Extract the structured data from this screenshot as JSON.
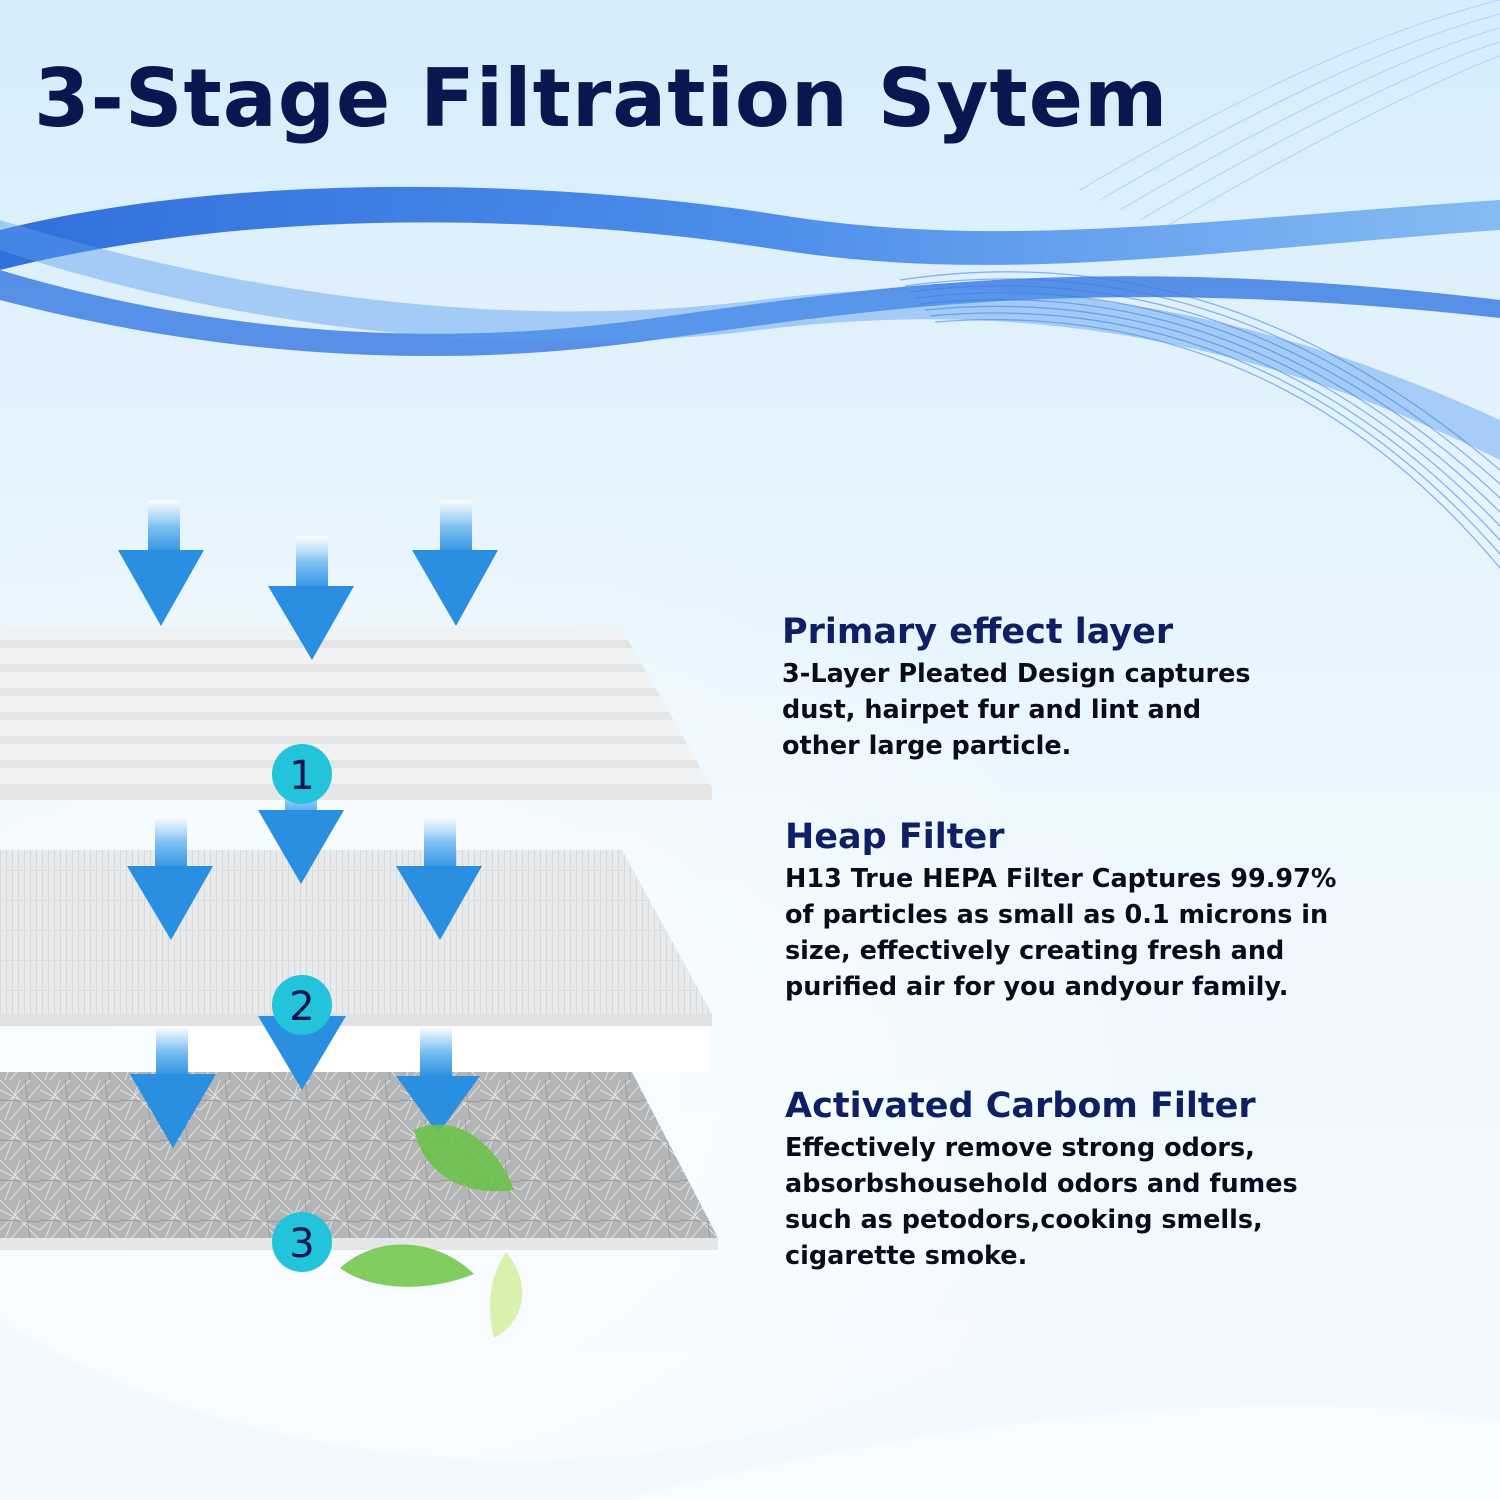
{
  "title": "3-Stage Filtration Sytem",
  "colors": {
    "title": "#0b1650",
    "wave": "#1a5fd6",
    "arrow": "#2b8fe0",
    "badge": "#20c4dc",
    "leaf": "#6cc24a"
  },
  "stages": [
    {
      "number": "1",
      "heading": "Primary effect layer",
      "lines": [
        "3-Layer Pleated Design captures",
        "dust, hairpet fur and lint and",
        "other large particle."
      ]
    },
    {
      "number": "2",
      "heading": "Heap Filter",
      "lines": [
        "H13 True HEPA Filter Captures 99.97%",
        "of particles as small as 0.1 microns in",
        "size, effectively creating fresh and",
        "purified air for you andyour family."
      ]
    },
    {
      "number": "3",
      "heading": "Activated Carbom Filter",
      "lines": [
        "Effectively remove strong odors,",
        "absorbshousehold odors and fumes",
        "such as petodors,cooking smells,",
        "cigarette smoke."
      ]
    }
  ]
}
